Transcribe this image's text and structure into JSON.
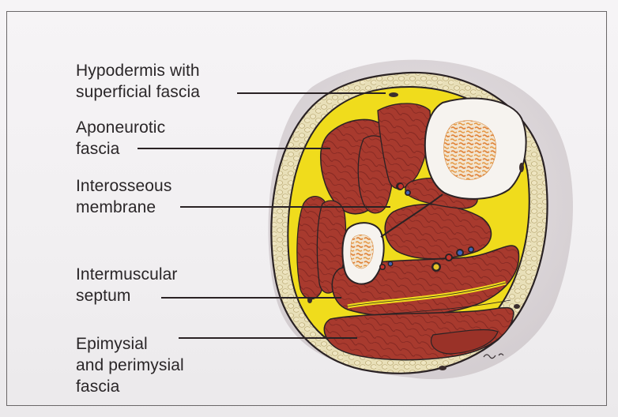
{
  "labels": [
    {
      "id": "hypodermis",
      "text": "Hypodermis with\nsuperficial fascia"
    },
    {
      "id": "aponeurotic",
      "text": "Aponeurotic\nfascia"
    },
    {
      "id": "interosseous",
      "text": "Interosseous\nmembrane"
    },
    {
      "id": "intermuscular",
      "text": "Intermuscular\nseptum"
    },
    {
      "id": "epimysial",
      "text": "Epimysial\nand perimysial\nfascia"
    }
  ],
  "colors": {
    "background": "#f3f1f3",
    "frame": "#6a6768",
    "skin_shadow": "#cfc8cc",
    "fat_layer": "#e6dcb4",
    "fascia": "#f3e21a",
    "muscle": "#a83a2e",
    "muscle_dark": "#8a2a22",
    "bone": "#f4f1ec",
    "marrow": "#e08a3a",
    "outline": "#2a2224",
    "text": "#2a2628"
  }
}
